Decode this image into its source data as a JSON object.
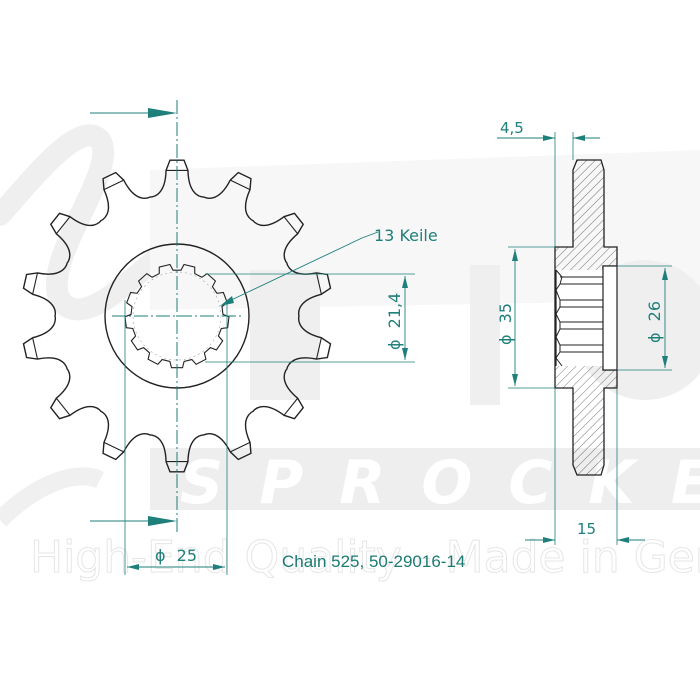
{
  "drawing": {
    "title": "Chain 525, 50-29016-14",
    "teeth_count": 14,
    "spline_label": "13 Keile",
    "colors": {
      "dimension": "#1f7f7a",
      "line": "#222222",
      "watermark": "#efefef",
      "hatch": "#555555"
    }
  },
  "front_view": {
    "dimensions": {
      "spline_diameter": "21,4",
      "bore_diameter": "25",
      "diameter_symbol": "ϕ"
    }
  },
  "side_view": {
    "dimensions": {
      "plate_thickness": "4,5",
      "hub_diameter": "35",
      "recess_diameter": "26",
      "total_width": "15",
      "diameter_symbol": "ϕ"
    }
  },
  "watermark": {
    "brand_letters": "ESJOT",
    "tagline_bar": "SPROCKETS",
    "slogan": "High-End Quality - Made in Germany"
  }
}
